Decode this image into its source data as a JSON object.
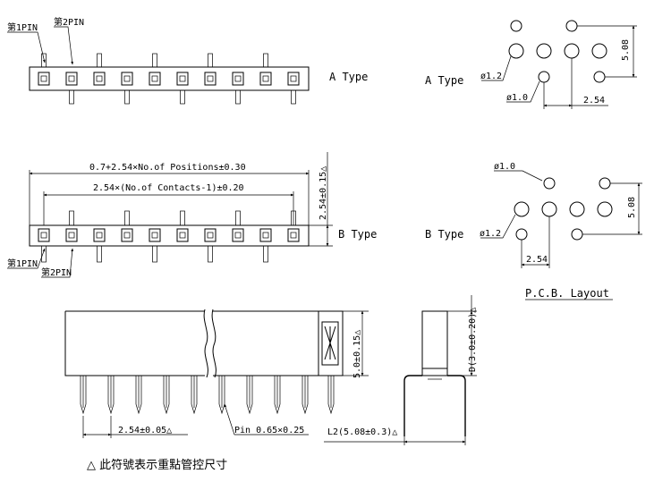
{
  "labels": {
    "pin1": "第1PIN",
    "pin2": "第2PIN",
    "a_type": "A Type",
    "b_type": "B Type",
    "pcb_layout": "P.C.B. Layout",
    "dia_1_2": "ø1.2",
    "dia_1_0": "ø1.0",
    "pitch_2_54": "2.54",
    "row_5_08": "5.08",
    "overall_length": "0.7+2.54×No.of Positions±0.30",
    "contacts_length": "2.54×(No.of Contacts-1)±0.20",
    "body_height_b": "2.54±0.15△",
    "pin_pitch": "2.54±0.05△",
    "pin_size": "Pin 0.65×0.25",
    "body_height": "5.0±0.15△",
    "lead_span": "L2(5.08±0.3)△",
    "body_depth": "D(3.0±0.20)△",
    "note": "△ 此符號表示重點管控尺寸"
  }
}
